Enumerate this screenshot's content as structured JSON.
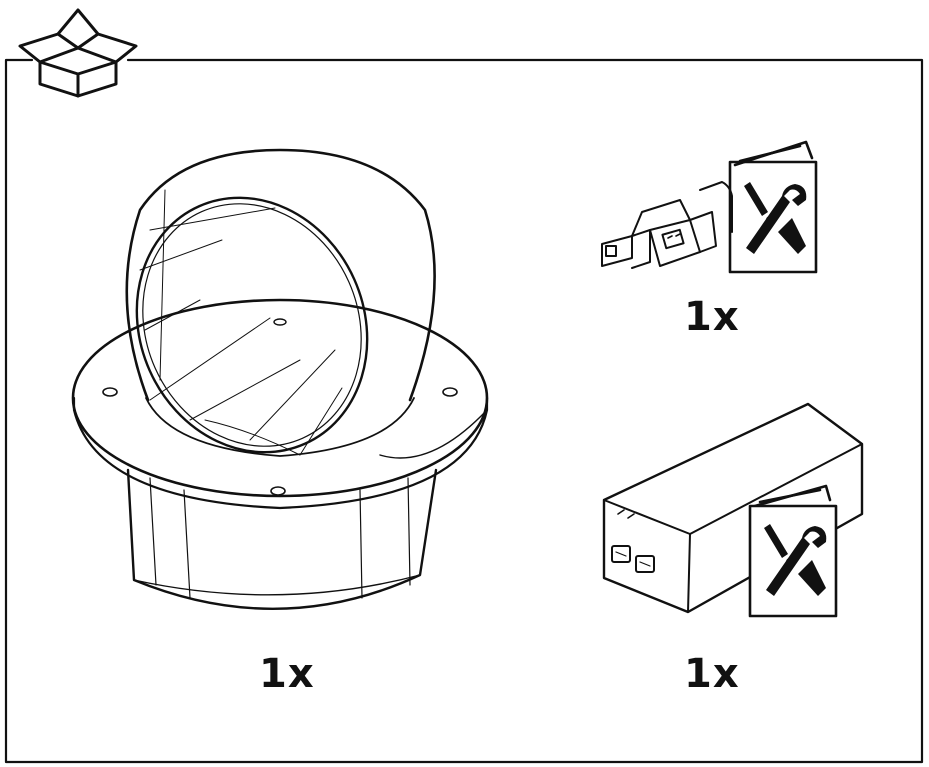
{
  "items": [
    {
      "id": "camera",
      "quantity": "1x"
    },
    {
      "id": "connector-kit",
      "quantity": "1x"
    },
    {
      "id": "midspan",
      "quantity": "1x"
    }
  ],
  "icons": [
    "box-icon",
    "tools-icon",
    "manual-icon"
  ]
}
